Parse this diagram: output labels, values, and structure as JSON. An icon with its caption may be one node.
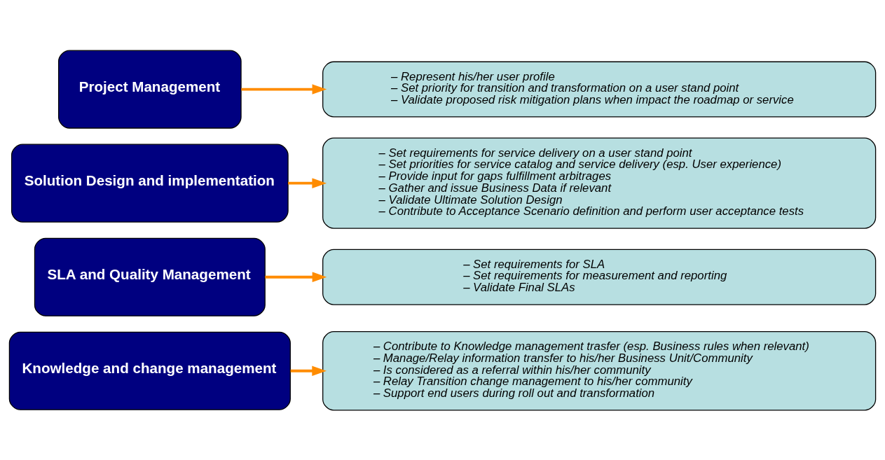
{
  "diagram": {
    "nodes": [
      {
        "text": [
          "Project Management"
        ]
      },
      {
        "text": [
          "– Represent his/her user profile",
          "– Set priority for transition and transformation on a user stand point",
          "– Validate proposed risk mitigation plans when impact the roadmap or service"
        ]
      },
      {
        "text": [
          "Solution Design and implementation"
        ]
      },
      {
        "text": [
          "– Set requirements for service delivery on a user stand point",
          "– Set priorities for service catalog and service delivery (esp. User experience)",
          "– Provide input for gaps fulfillment arbitrages",
          "– Gather and issue Business Data if relevant",
          "– Validate Ultimate Solution Design",
          "– Contribute to Acceptance Scenario definition and perform user acceptance tests"
        ]
      },
      {
        "text": [
          "SLA and Quality Management"
        ]
      },
      {
        "text": [
          "– Set requirements for SLA",
          "– Set requirements for measurement and reporting",
          "– Validate Final SLAs"
        ]
      },
      {
        "text": [
          "Knowledge and change management"
        ]
      },
      {
        "text": [
          "– Contribute to Knowledge management trasfer (esp. Business rules when relevant)",
          "– Manage/Relay information transfer to his/her Business Unit/Community",
          "– Is considered as a referral within his/her community",
          "– Relay Transition change management to his/her community",
          "– Support end users during roll out and transformation"
        ]
      }
    ],
    "edges": [
      {
        "from": 0,
        "to": 1,
        "arrow": "to"
      },
      {
        "from": 2,
        "to": 3,
        "arrow": "to"
      },
      {
        "from": 4,
        "to": 5,
        "arrow": "to"
      },
      {
        "from": 6,
        "to": 7,
        "arrow": "to"
      }
    ]
  }
}
